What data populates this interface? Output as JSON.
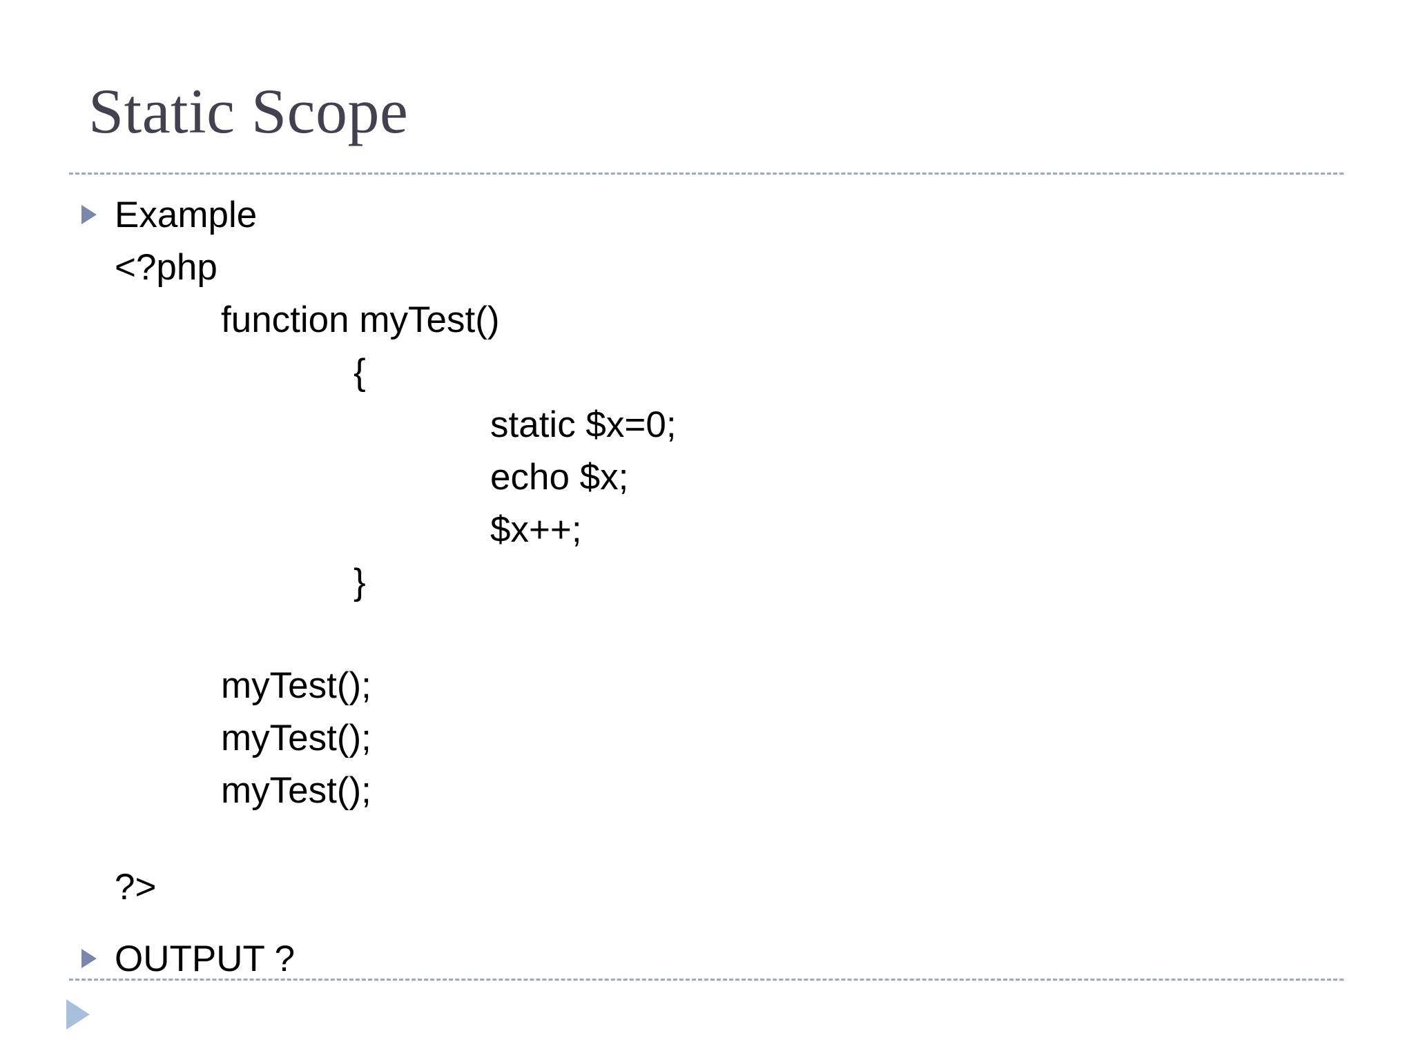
{
  "slide": {
    "title": "Static Scope",
    "background_color": "#ffffff",
    "title_color": "#41414f",
    "bullet_color": "#7b86ab",
    "footer_marker_color": "#a9c0dc",
    "divider_color": "#9aa4b4"
  },
  "bullets": {
    "example_label": "Example",
    "output_label": "OUTPUT ?"
  },
  "code": {
    "open_tag": "<?php",
    "line_function": "function myTest()",
    "line_open_brace": "{",
    "line_static": "static $x=0;",
    "line_echo": "echo $x;",
    "line_increment": "$x++;",
    "line_close_brace": "}",
    "line_call_1": "myTest();",
    "line_call_2": "myTest();",
    "line_call_3": "myTest();",
    "close_tag": "?>"
  }
}
